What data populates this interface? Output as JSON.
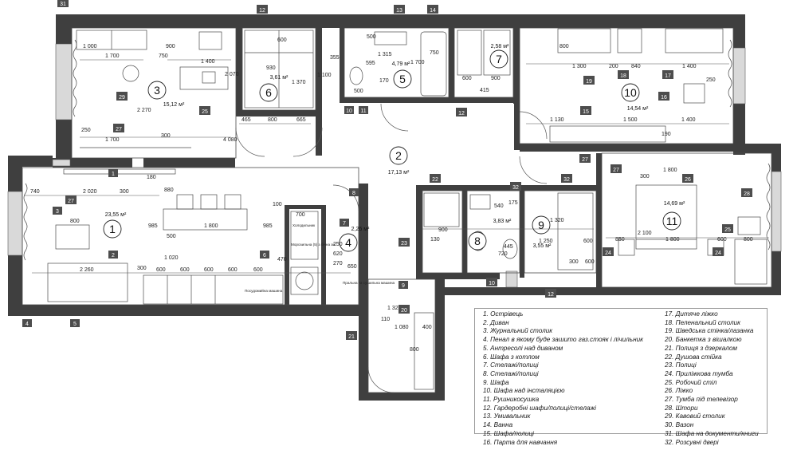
{
  "rooms": [
    {
      "num": "1",
      "area": "23,55 м²"
    },
    {
      "num": "2",
      "area": "17,13 м²"
    },
    {
      "num": "3",
      "area": "15,12 м²"
    },
    {
      "num": "4",
      "area": "2,26 м²"
    },
    {
      "num": "5",
      "area": "4,79 м²"
    },
    {
      "num": "6",
      "area": "3,61 м²"
    },
    {
      "num": "7",
      "area": "2,58 м²"
    },
    {
      "num": "8",
      "area": "3,83 м²"
    },
    {
      "num": "9",
      "area": "3,55 м²"
    },
    {
      "num": "10",
      "area": "14,54 м²"
    },
    {
      "num": "11",
      "area": "14,69 м²"
    }
  ],
  "dimensions": [
    "1 700",
    "900",
    "750",
    "1 400",
    "2 070",
    "1 000",
    "2 270",
    "250",
    "1 700",
    "300",
    "4 080",
    "465",
    "800",
    "665",
    "930",
    "600",
    "1 370",
    "355",
    "1 100",
    "1 315",
    "750",
    "1 700",
    "500",
    "170",
    "500",
    "595",
    "900",
    "600",
    "415",
    "1 300",
    "200",
    "840",
    "1 400",
    "800",
    "190",
    "250",
    "1 130",
    "1 500",
    "1 400",
    "740",
    "2 020",
    "300",
    "180",
    "880",
    "800",
    "985",
    "1 800",
    "985",
    "500",
    "1 020",
    "2 260",
    "300",
    "600",
    "600",
    "600",
    "600",
    "600",
    "700",
    "620",
    "470",
    "270",
    "650",
    "100",
    "250",
    "900",
    "130",
    "540",
    "175",
    "1 320",
    "1 250",
    "445",
    "720",
    "1 800",
    "2 100",
    "1 800",
    "850",
    "600",
    "800",
    "1 320",
    "1 080",
    "400",
    "110",
    "800",
    "600",
    "300",
    "600",
    "300"
  ],
  "markers": [
    "1",
    "2",
    "3",
    "4",
    "5",
    "6",
    "7",
    "8",
    "9",
    "10",
    "11",
    "12",
    "13",
    "14",
    "15",
    "16",
    "17",
    "18",
    "19",
    "20",
    "21",
    "22",
    "23",
    "24",
    "25",
    "26",
    "27",
    "28",
    "29",
    "31",
    "32"
  ],
  "small_labels": [
    "Холодильник",
    "Морозильна (5) з бічна зм",
    "Пральна та сушильна машина",
    "Посудомийна машина"
  ],
  "legend": {
    "col1": [
      "1. Острівець",
      "2. Диван",
      "3. Журнальний столик",
      "4. Пенал в якому буде зашито газ.стояк і лічильник",
      "5. Антресолі над диваном",
      "6. Шафа з котлом",
      "7. Стелажі/полиці",
      "8. Стелажі/полиці",
      "9. Шафа",
      "10. Шафа над інсталяцією",
      "11. Рушникосушка",
      "12. Гардеробні шафи/полиці/стелажі",
      "13. Умивальник",
      "14. Ванна",
      "15. Шафа/полиці",
      "16. Парта для навчання"
    ],
    "col2": [
      "17. Дитяче ліжко",
      "18. Пеленальний столик",
      "19. Шведська стінка/лазанка",
      "20. Банкетка з вішалкою",
      "21. Полиця з дзеркалом",
      "22. Душова стійка",
      "23. Полиці",
      "24. Приліжкова тумба",
      "25. Робочий стіл",
      "26. Ліжко",
      "27. Тумба під телевізор",
      "28. Штори",
      "29. Кавовий столик",
      "30. Вазон",
      "31. Шафа на документи/книги",
      "32. Розсувні двері"
    ]
  },
  "colors": {
    "wall": "#3f3f3f",
    "line": "#4a4a4a",
    "marker_fill": "#4d4d4d",
    "marker_text": "#ffffff",
    "text": "#1a1a1a"
  }
}
